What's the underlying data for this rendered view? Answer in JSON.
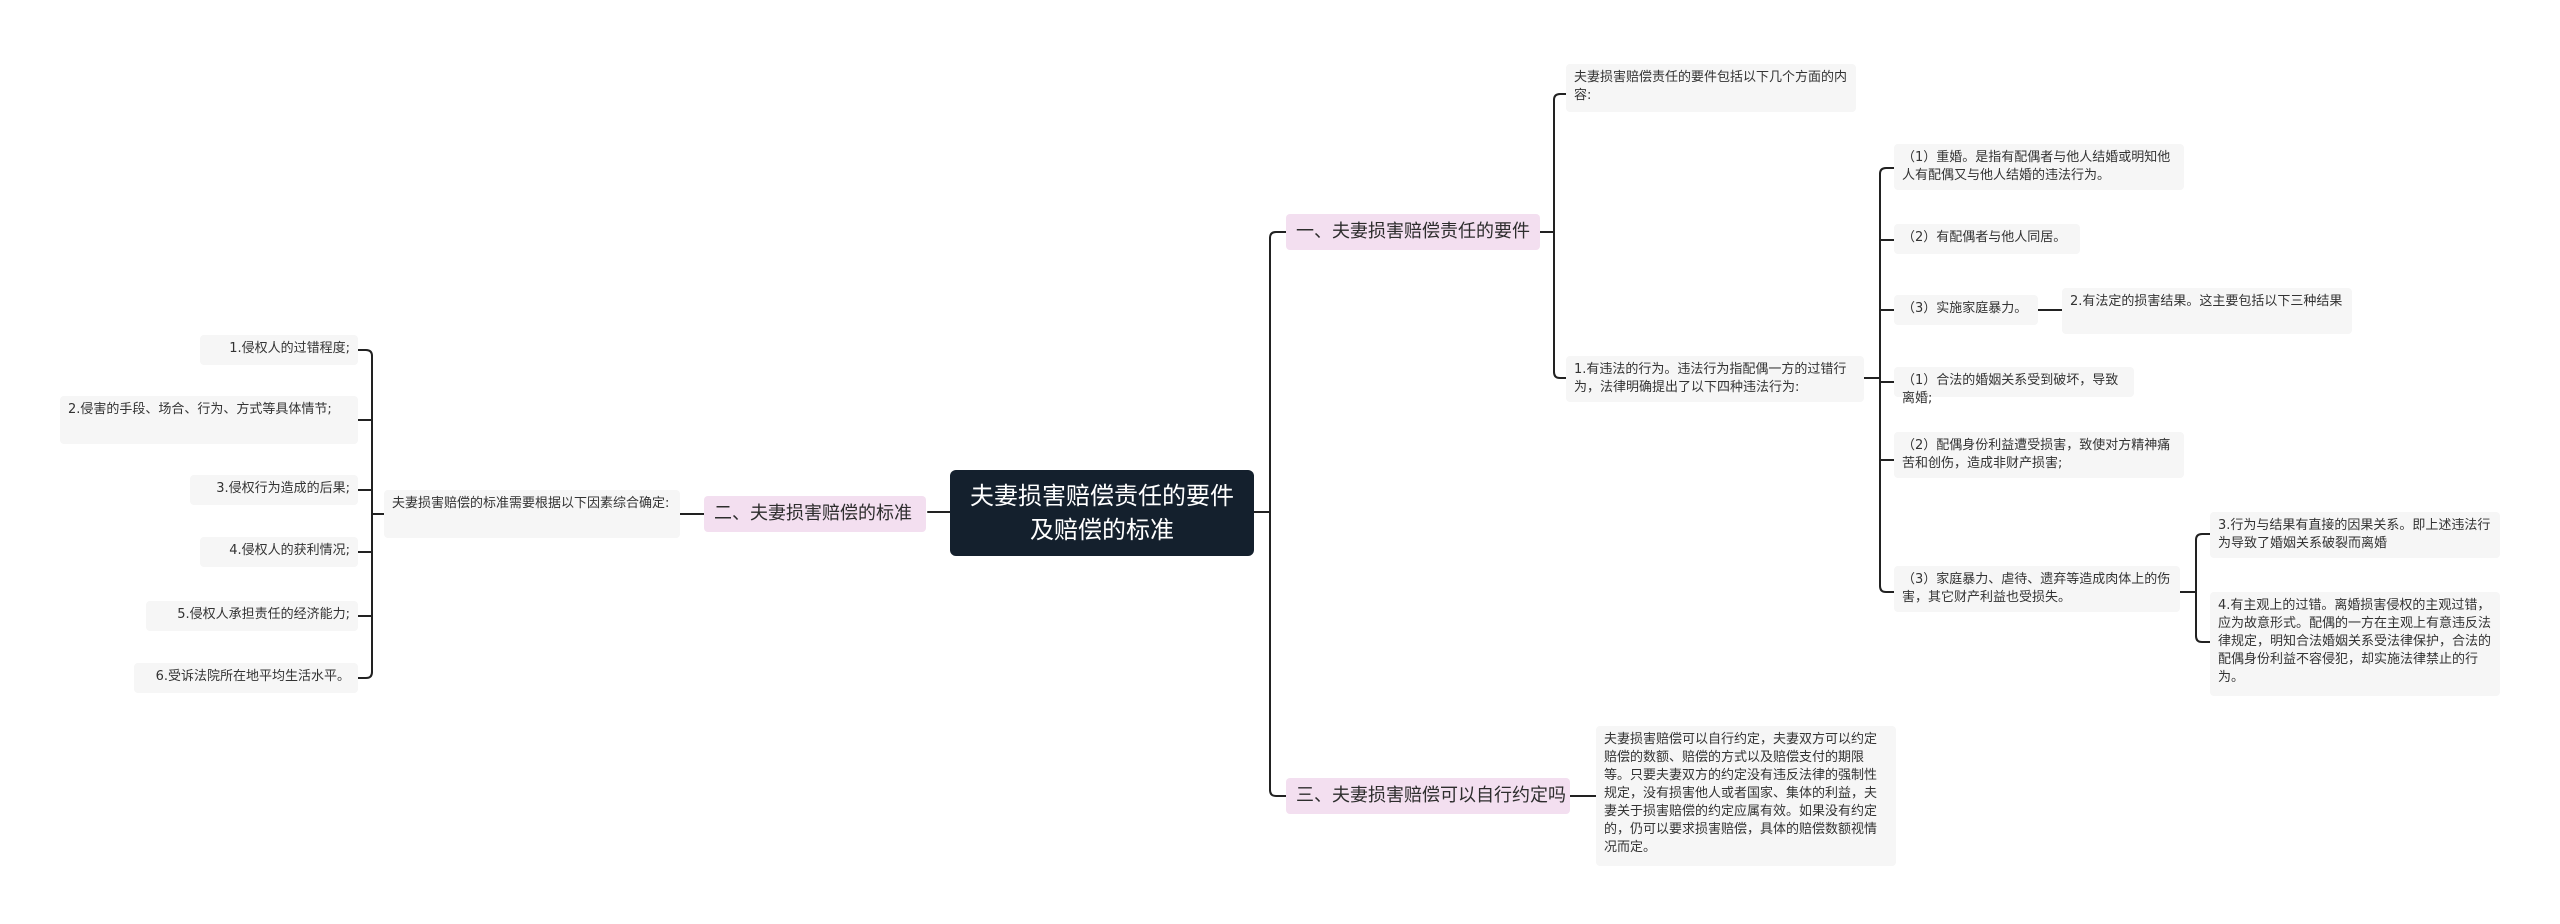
{
  "root": {
    "title": "夫妻损害赔偿责任的要件及赔偿的标准"
  },
  "branch1": {
    "title": "一、夫妻损害赔偿责任的要件",
    "intro": "夫妻损害赔偿责任的要件包括以下几个方面的内容:",
    "item1": {
      "text": "1.有违法的行为。违法行为指配偶一方的过错行为，法律明确提出了以下四种违法行为:",
      "children": [
        "（1）重婚。是指有配偶者与他人结婚或明知他人有配偶又与他人结婚的违法行为。",
        "（2）有配偶者与他人同居。",
        "（3）实施家庭暴力。"
      ]
    },
    "item2": {
      "text": "2.有法定的损害结果。这主要包括以下三种结果",
      "children": [
        "（1）合法的婚姻关系受到破坏，导致离婚;",
        "（2）配偶身份利益遭受损害，致使对方精神痛苦和创伤，造成非财产损害;",
        "（3）家庭暴力、虐待、遗弃等造成肉体上的伤害，其它财产利益也受损失。"
      ]
    },
    "item3": "3.行为与结果有直接的因果关系。即上述违法行为导致了婚姻关系破裂而离婚",
    "item4": "4.有主观上的过错。离婚损害侵权的主观过错，应为故意形式。配偶的一方在主观上有意违反法律规定，明知合法婚姻关系受法律保护，合法的配偶身份利益不容侵犯，却实施法律禁止的行为。"
  },
  "branch2": {
    "title": "二、夫妻损害赔偿的标准",
    "intro": "夫妻损害赔偿的标准需要根据以下因素综合确定:",
    "items": [
      "1.侵权人的过错程度;",
      "2.侵害的手段、场合、行为、方式等具体情节;",
      "3.侵权行为造成的后果;",
      "4.侵权人的获利情况;",
      "5.侵权人承担责任的经济能力;",
      "6.受诉法院所在地平均生活水平。"
    ]
  },
  "branch3": {
    "title": "三、夫妻损害赔偿可以自行约定吗",
    "text": "夫妻损害赔偿可以自行约定，夫妻双方可以约定赔偿的数额、赔偿的方式以及赔偿支付的期限等。只要夫妻双方的约定没有违反法律的强制性规定，没有损害他人或者国家、集体的利益，夫妻关于损害赔偿的约定应属有效。如果没有约定的，仍可以要求损害赔偿，具体的赔偿数额视情况而定。"
  }
}
